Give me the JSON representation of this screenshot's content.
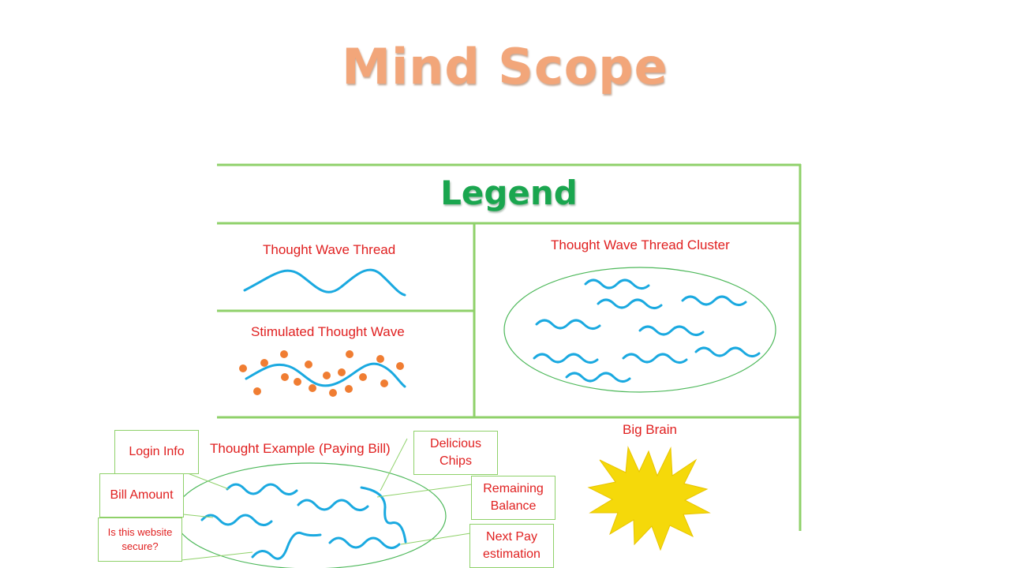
{
  "title": "Mind Scope",
  "legend": {
    "heading": "Legend",
    "thread_label": "Thought Wave Thread",
    "cluster_label": "Thought Wave Thread Cluster",
    "stimulated_label": "Stimulated Thought Wave",
    "big_brain_label": "Big Brain"
  },
  "example": {
    "label": "Thought Example (Paying Bill)",
    "callouts": {
      "login": "Login Info",
      "bill": "Bill Amount",
      "secure": "Is this website secure?",
      "chips": "Delicious Chips",
      "balance": "Remaining Balance",
      "nextpay": "Next Pay estimation"
    }
  },
  "colors": {
    "wave": "#1aa9e0",
    "dot": "#f07d32",
    "border": "#8fd16a",
    "ellipse": "#4db85a",
    "label": "#e02020",
    "sun": "#f5d90a",
    "title": "#f2a67a",
    "heading": "#1aa64f"
  }
}
